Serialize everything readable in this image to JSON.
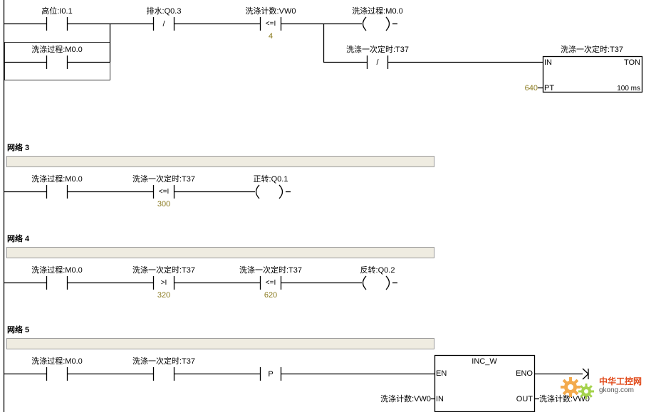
{
  "colors": {
    "param": "#8a7a1e",
    "comment_fill": "#efece1",
    "line": "#000000",
    "watermark": "#e04818"
  },
  "network2": {
    "contact_high_level": "高位:I0.1",
    "contact_drain": "排水:Q0.3",
    "contact_drain_symbol": "/",
    "compare_wash_count": "洗涤计数:VW0",
    "compare_wash_count_op": "<=I",
    "compare_wash_count_value": "4",
    "coil_wash_process": "洗涤过程:M0.0",
    "contact_wash_process_latch": "洗涤过程:M0.0",
    "contact_wash_timer": "洗涤一次定时:T37",
    "contact_wash_timer_symbol": "/",
    "timer_name": "洗涤一次定时:T37",
    "timer_in": "IN",
    "timer_type": "TON",
    "timer_pt": "PT",
    "timer_pt_value": "640",
    "timer_base": "100 ms"
  },
  "network3": {
    "header": "网络 3",
    "contact_wash_process": "洗涤过程:M0.0",
    "compare_timer": "洗涤一次定时:T37",
    "compare_op": "<=I",
    "compare_value": "300",
    "coil_forward": "正转:Q0.1"
  },
  "network4": {
    "header": "网络 4",
    "contact_wash_process": "洗涤过程:M0.0",
    "compare1_timer": "洗涤一次定时:T37",
    "compare1_op": ">I",
    "compare1_value": "320",
    "compare2_timer": "洗涤一次定时:T37",
    "compare2_op": "<=I",
    "compare2_value": "620",
    "coil_reverse": "反转:Q0.2"
  },
  "network5": {
    "header": "网络 5",
    "contact_wash_process": "洗涤过程:M0.0",
    "contact_timer": "洗涤一次定时:T37",
    "pulse_label": "P",
    "box_title": "INC_W",
    "box_en": "EN",
    "box_eno": "ENO",
    "box_in": "IN",
    "box_out": "OUT",
    "in_operand": "洗涤计数:VW0",
    "out_operand": "洗涤计数:VW0"
  },
  "watermark": {
    "line1": "中华工控网",
    "line2": "gkong.com"
  }
}
